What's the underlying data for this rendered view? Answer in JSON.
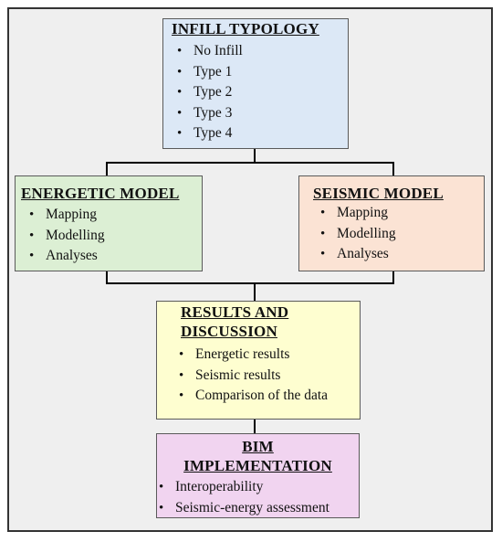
{
  "colors": {
    "infill": "#dce8f6",
    "energetic": "#dcefd4",
    "seismic": "#fbe3d4",
    "results": "#fefed0",
    "bim": "#f1d4f0",
    "background": "#efefef"
  },
  "infill": {
    "title": "INFILL TYPOLOGY",
    "items": [
      "No Infill",
      "Type 1",
      "Type 2",
      "Type 3",
      "Type 4"
    ]
  },
  "energetic": {
    "title": "ENERGETIC MODEL",
    "items": [
      "Mapping",
      "Modelling",
      "Analyses"
    ]
  },
  "seismic": {
    "title": "SEISMIC MODEL",
    "items": [
      "Mapping",
      "Modelling",
      "Analyses"
    ]
  },
  "results": {
    "title_line1": "RESULTS AND",
    "title_line2": "DISCUSSION",
    "items": [
      "Energetic results",
      "Seismic results",
      "Comparison of the data"
    ]
  },
  "bim": {
    "title_line1": "BIM",
    "title_line2": "IMPLEMENTATION",
    "items": [
      "Interoperability",
      "Seismic-energy assessment"
    ]
  }
}
